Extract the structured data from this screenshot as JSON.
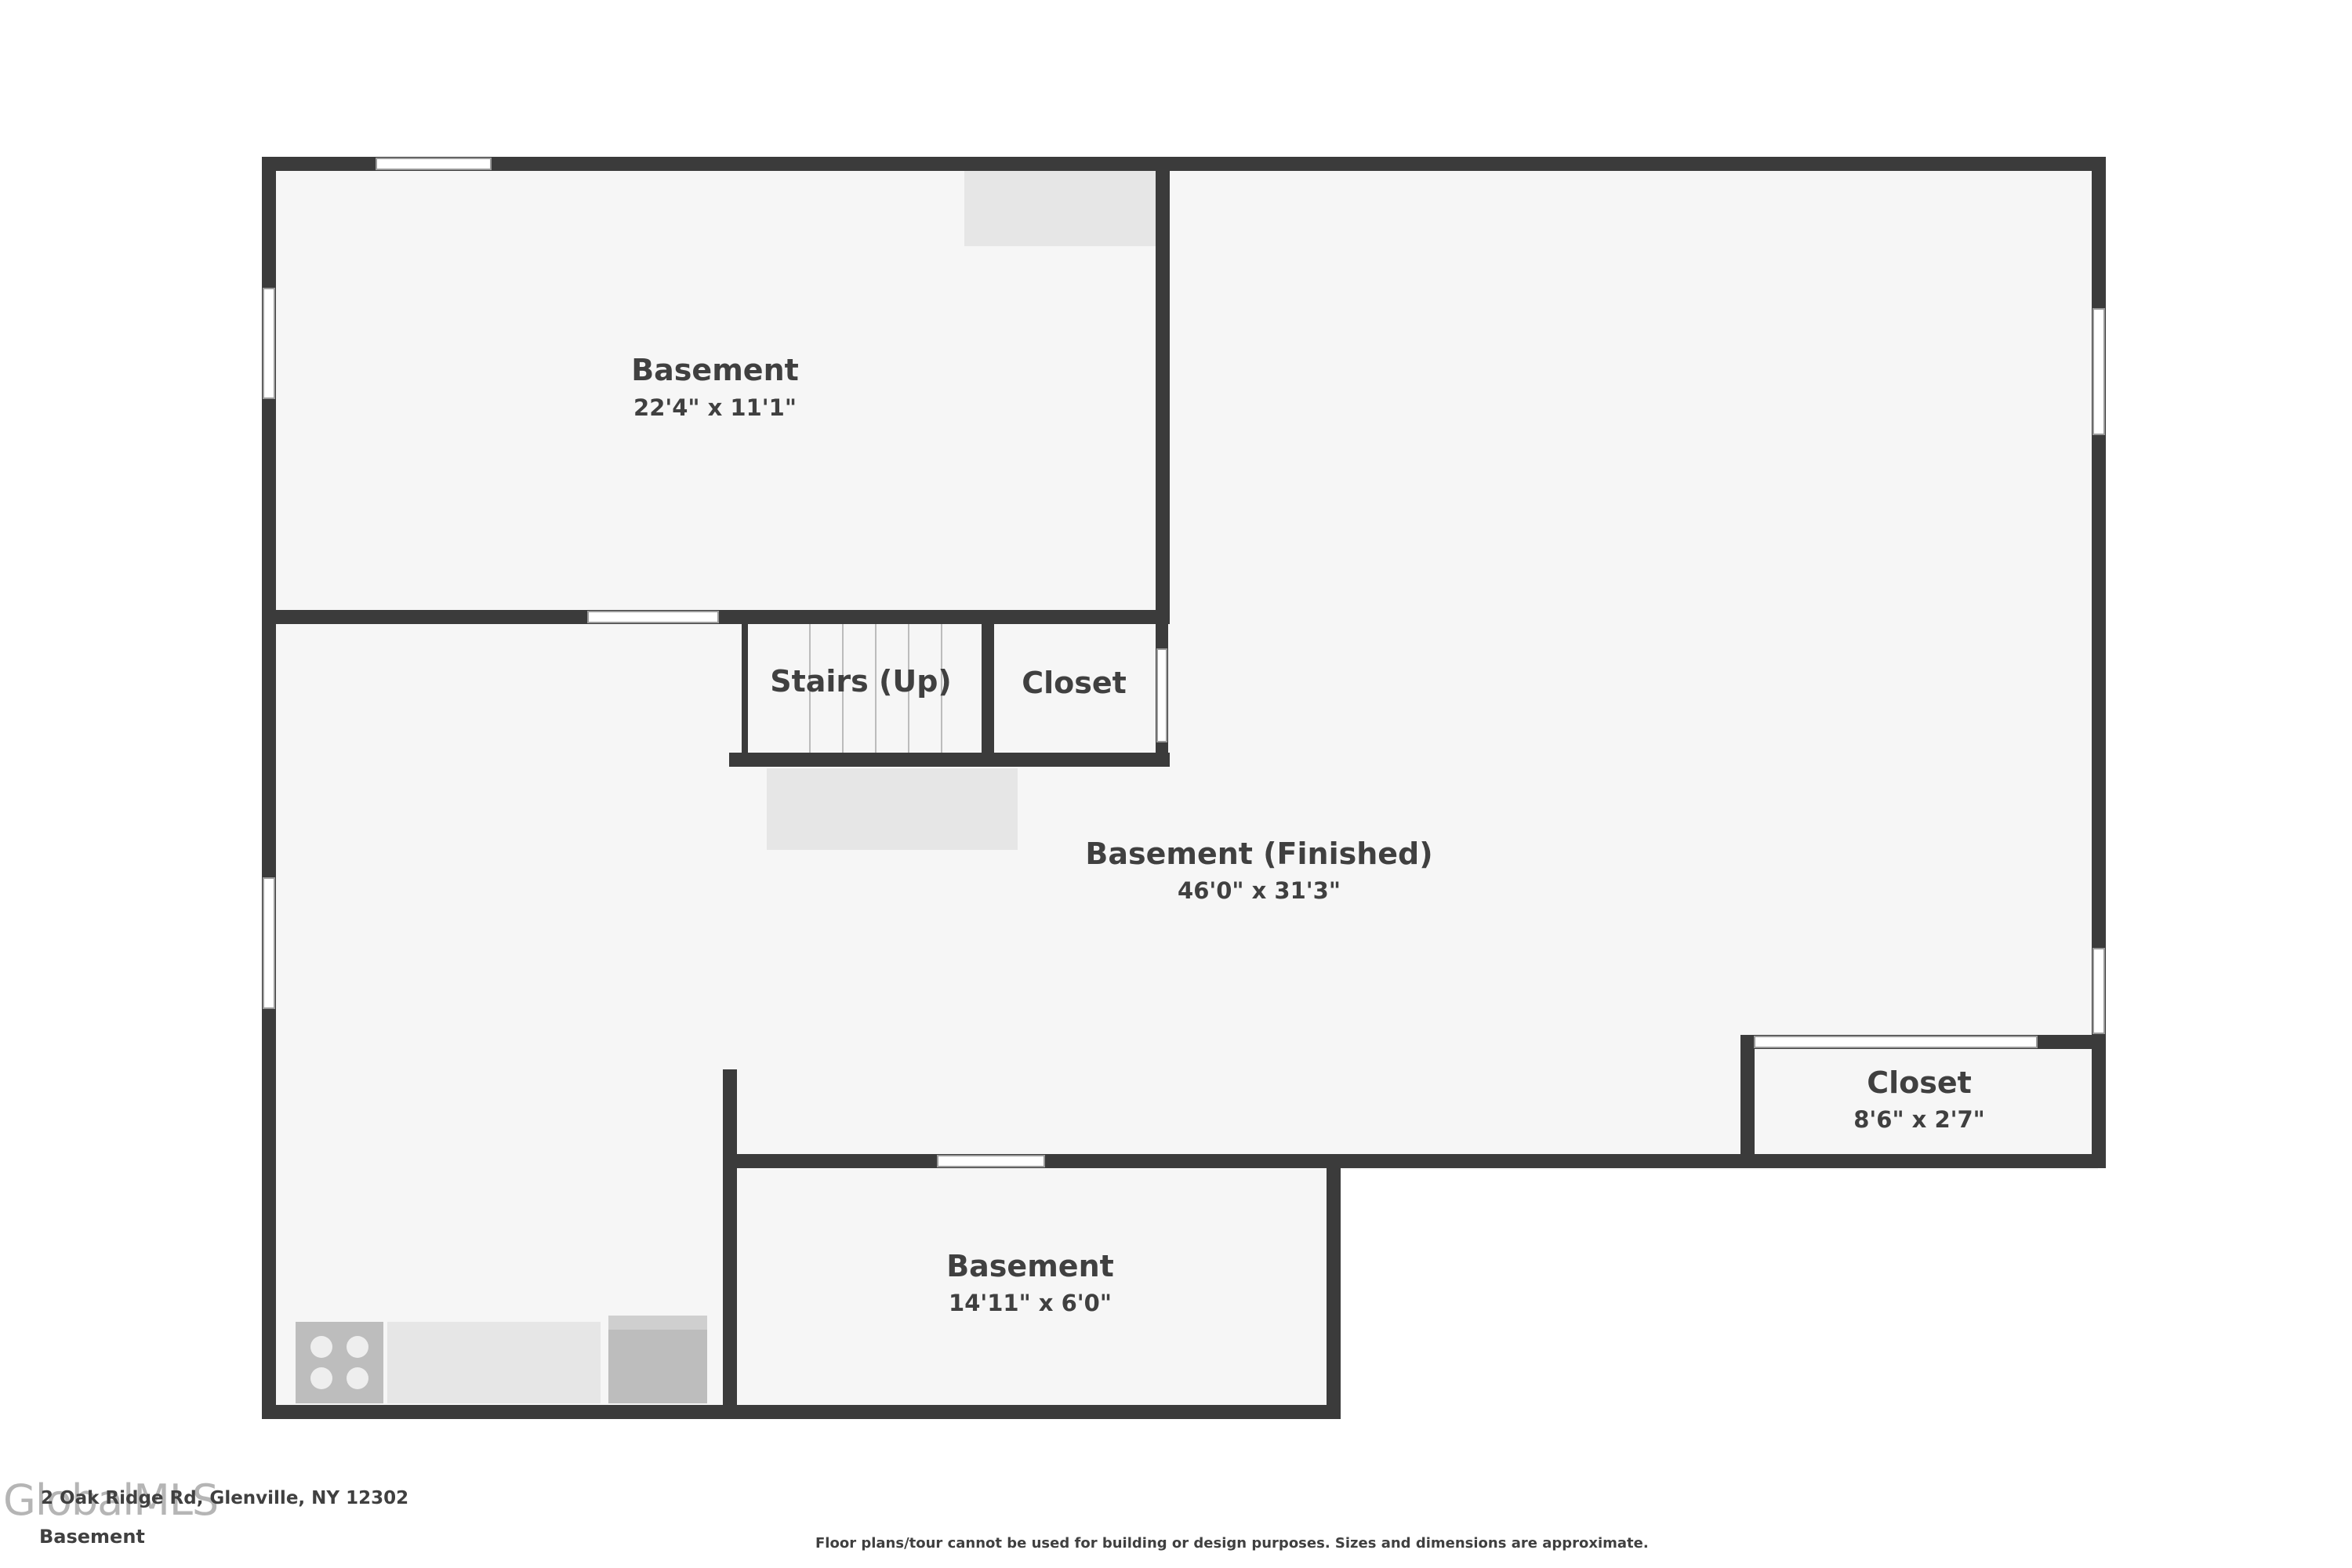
{
  "rooms": {
    "basement_top": {
      "name": "Basement",
      "dim": "22'4\" x 11'1\""
    },
    "stairs": {
      "name": "Stairs (Up)"
    },
    "closet_center": {
      "name": "Closet"
    },
    "basement_finished": {
      "name": "Basement (Finished)",
      "dim": "46'0\" x 31'3\""
    },
    "closet_right": {
      "name": "Closet",
      "dim": "8'6\" x 2'7\""
    },
    "basement_bottom": {
      "name": "Basement",
      "dim": "14'11\" x 6'0\""
    }
  },
  "footer": {
    "address": "2 Oak Ridge Rd, Glenville, NY 12302",
    "level": "Basement",
    "disclaimer": "Floor plans/tour cannot be used for building or design purposes. Sizes and dimensions are approximate."
  },
  "watermark": {
    "text": "GlobalMLS"
  },
  "colors": {
    "wall": "#3b3b3b",
    "floor": "#f6f6f6",
    "fixture": "#e6e6e6",
    "appliance": "#bdbdbd"
  }
}
